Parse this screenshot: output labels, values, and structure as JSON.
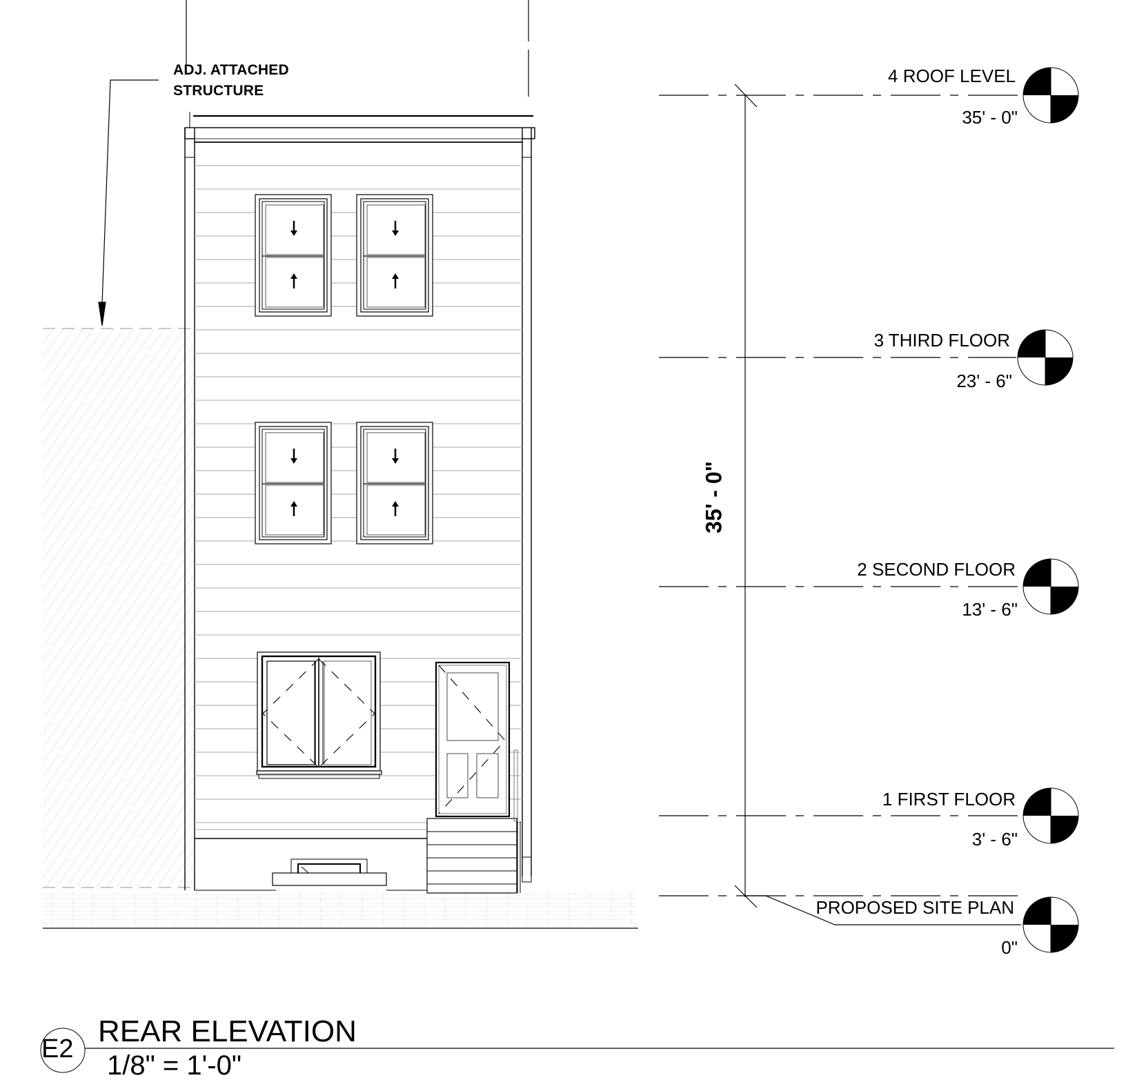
{
  "drawing": {
    "title": "REAR ELEVATION",
    "scale": "1/8\" = 1'-0\"",
    "tag": "E2"
  },
  "annotations": {
    "adjacent_structure": [
      "ADJ. ATTACHED",
      "STRUCTURE"
    ]
  },
  "levels": [
    {
      "name": "4 ROOF LEVEL",
      "elevation": "35' - 0\""
    },
    {
      "name": "3 THIRD FLOOR",
      "elevation": "23' - 6\""
    },
    {
      "name": "2 SECOND FLOOR",
      "elevation": "13' - 6\""
    },
    {
      "name": "1 FIRST FLOOR",
      "elevation": "3' - 6\""
    },
    {
      "name": "PROPOSED SITE PLAN",
      "elevation": "0\""
    }
  ],
  "dimensions": {
    "overall_height": "35' - 0\""
  },
  "colors": {
    "line": "#000000",
    "siding": "#b8b8b8",
    "hatch": "#c8c8c8",
    "background": "#ffffff"
  }
}
